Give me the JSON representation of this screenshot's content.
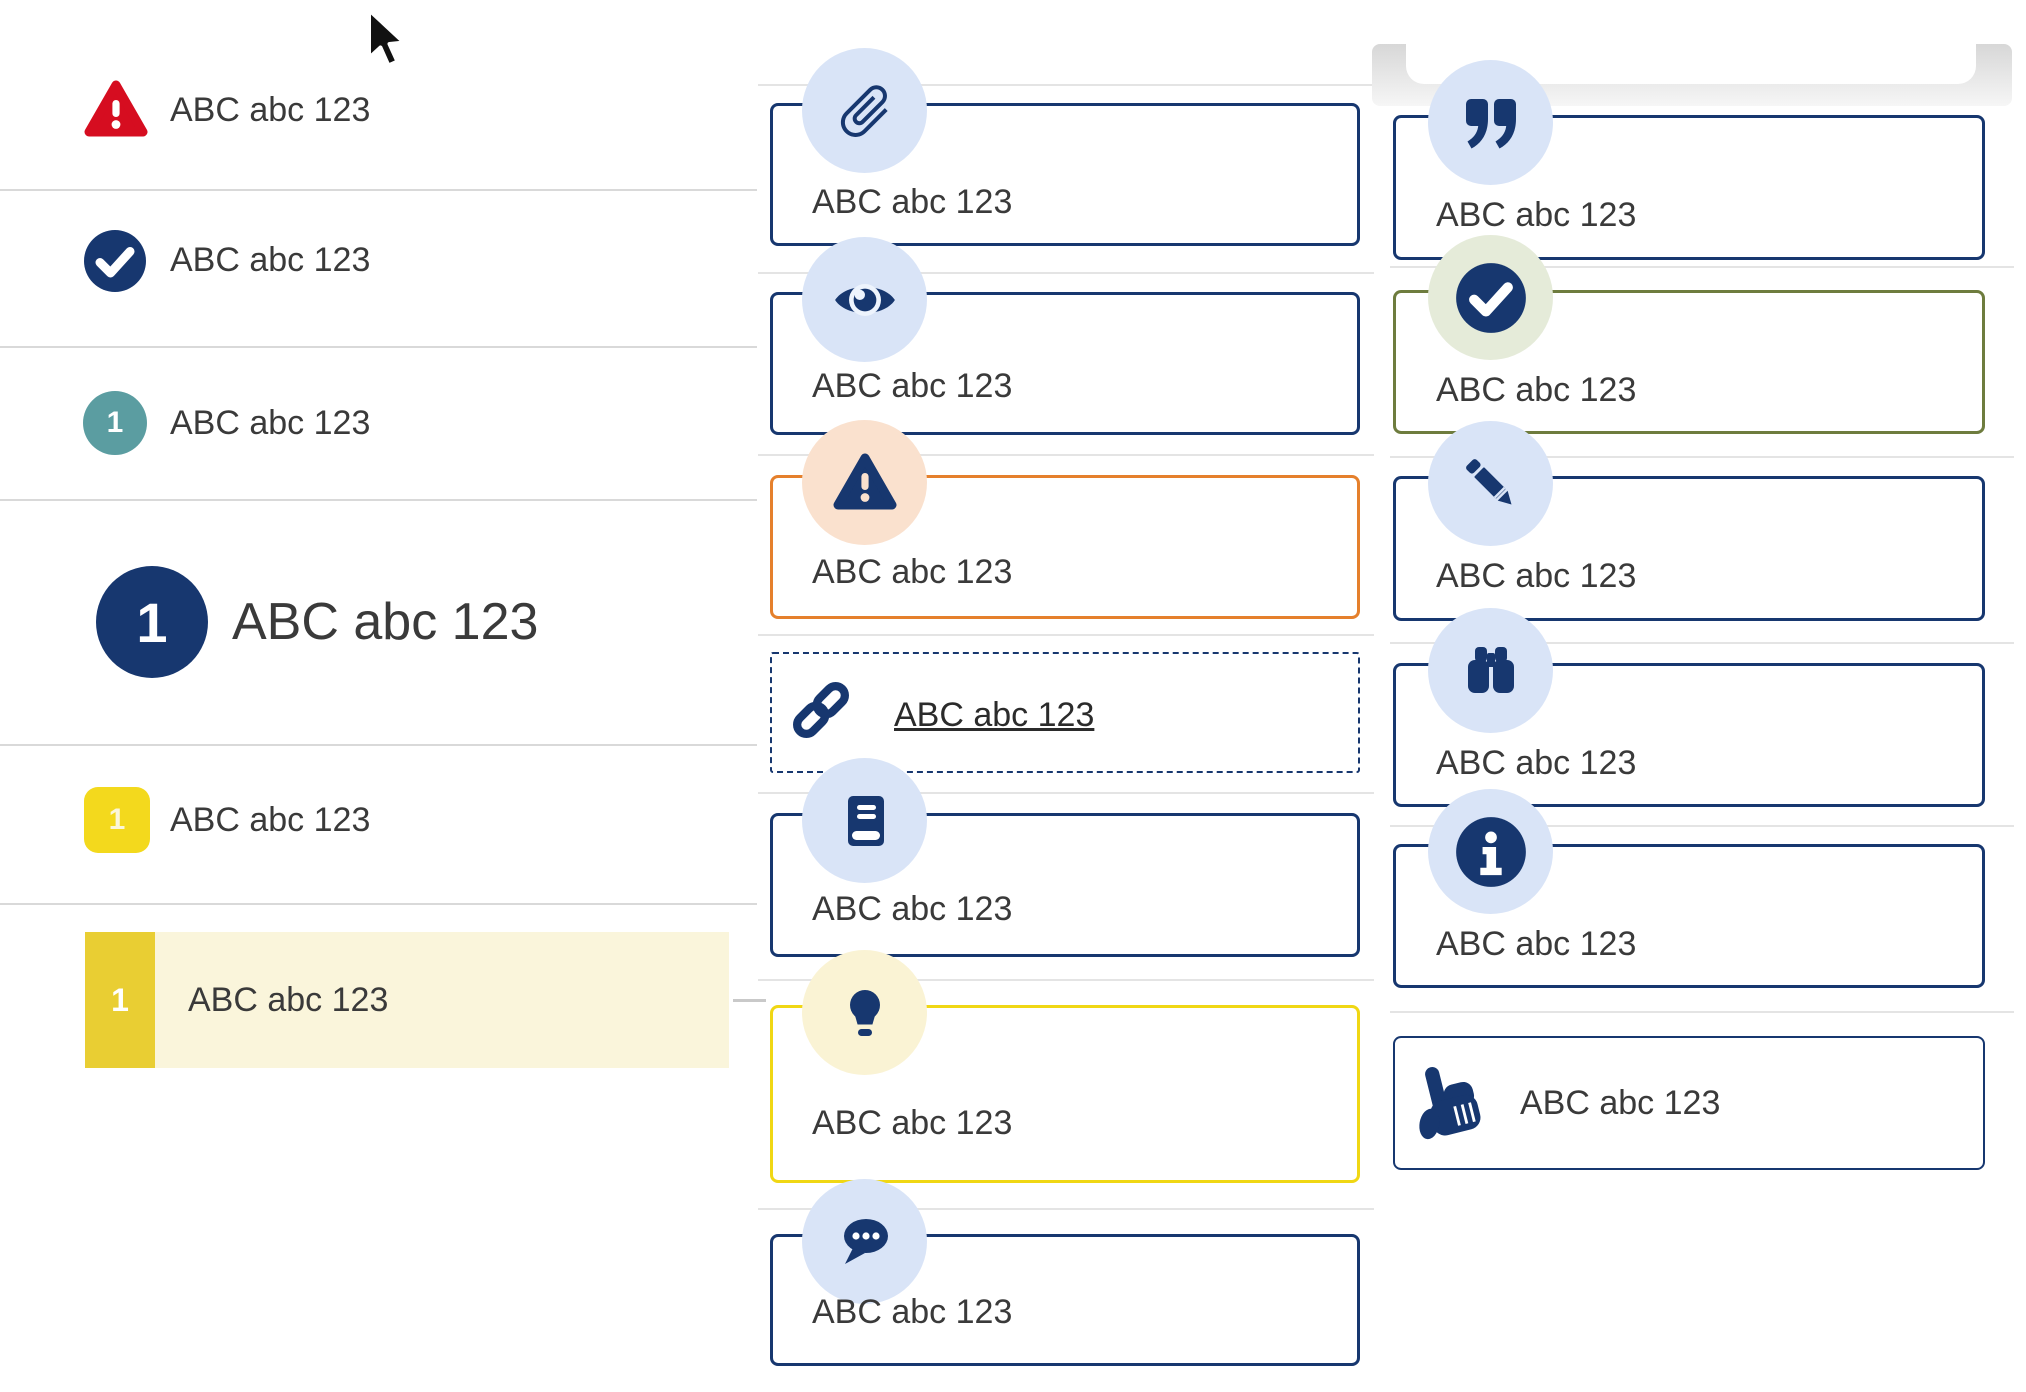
{
  "cursor": {
    "icon": "arrow-pointer-icon"
  },
  "colors": {
    "navy": "#17376f",
    "red": "#d60d20",
    "teal": "#5b9da1",
    "orange": "#e5802c",
    "olive": "#6e7c3e",
    "yellow": "#f0d714",
    "light_blue_circle": "#d9e4f7",
    "peach_circle": "#fae1ce",
    "pale_yellow_circle": "#faf3d4",
    "pale_green_circle": "#e5ebd9",
    "highlight_row_bg": "#faf5db",
    "highlight_row_bar": "#e9ce33",
    "yellow_square": "#f3d91d",
    "text": "#3a3a3a",
    "separator": "#d9d9d9"
  },
  "left_list": {
    "items": [
      {
        "icon": "warning-icon",
        "label": "ABC abc 123"
      },
      {
        "icon": "check-circle-icon",
        "label": "ABC abc 123"
      },
      {
        "badge": "1",
        "badge_style": "teal-circle",
        "label": "ABC abc 123"
      },
      {
        "badge": "1",
        "badge_style": "navy-circle-large",
        "label": "ABC abc 123"
      },
      {
        "badge": "1",
        "badge_style": "yellow-square",
        "label": "ABC abc 123"
      },
      {
        "badge": "1",
        "badge_style": "yellow-bar-highlighted",
        "label": "ABC abc 123"
      }
    ]
  },
  "middle_callouts": [
    {
      "icon": "paperclip-icon",
      "variant": "navy",
      "label": "ABC abc 123"
    },
    {
      "icon": "eye-icon",
      "variant": "navy",
      "label": "ABC abc 123"
    },
    {
      "icon": "warning-icon",
      "variant": "orange",
      "label": "ABC abc 123"
    },
    {
      "icon": "link-icon",
      "variant": "dashed-link",
      "label": "ABC abc 123"
    },
    {
      "icon": "book-icon",
      "variant": "navy",
      "label": "ABC abc 123"
    },
    {
      "icon": "lightbulb-icon",
      "variant": "yellow",
      "label": "ABC abc 123"
    },
    {
      "icon": "chat-icon",
      "variant": "navy",
      "label": "ABC abc 123"
    }
  ],
  "right_callouts": [
    {
      "icon": "quote-icon",
      "variant": "navy",
      "label": "ABC abc 123"
    },
    {
      "icon": "check-circle-icon",
      "variant": "olive",
      "label": "ABC abc 123"
    },
    {
      "icon": "pencil-icon",
      "variant": "navy",
      "label": "ABC abc 123"
    },
    {
      "icon": "binoculars-icon",
      "variant": "navy",
      "label": "ABC abc 123"
    },
    {
      "icon": "info-icon",
      "variant": "navy",
      "label": "ABC abc 123"
    },
    {
      "icon": "hand-point-up-icon",
      "variant": "navy-thin",
      "label": "ABC abc 123"
    }
  ]
}
